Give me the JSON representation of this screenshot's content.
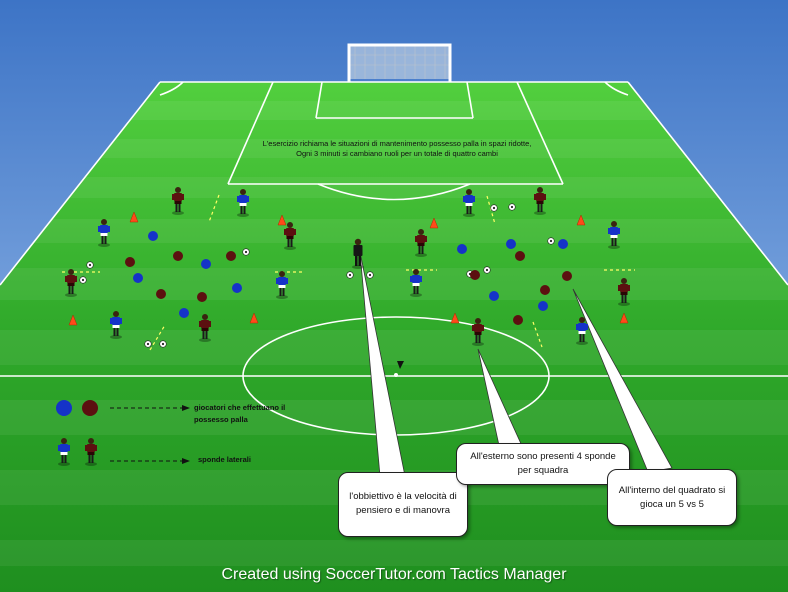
{
  "drill": {
    "note_line1": "L'esercizio richiama le situazioni di mantenimento possesso palla in spazi ridotte,",
    "note_line2": "Ogni 3 minuti si cambiano ruoli per un totale di quattro cambi"
  },
  "legend": {
    "possession_label": "giocatori che effettuano il possesso palla",
    "wide_label": "sponde laterali"
  },
  "callouts": {
    "objective": "l'obbiettivo è la velocità di pensiero e di manovra",
    "outside": "All'esterno sono presenti 4 sponde per squadra",
    "inside": "All'interno del quadrato si gioca un 5 vs 5"
  },
  "footer": {
    "credit": "Created using SoccerTutor.com Tactics Manager"
  },
  "colors": {
    "team_blue": "#1533c8",
    "team_red": "#5c1010",
    "cone": "#ff4a1a",
    "pitch_dark": "#1e9a1e",
    "pitch_light": "#3fbf3f"
  }
}
